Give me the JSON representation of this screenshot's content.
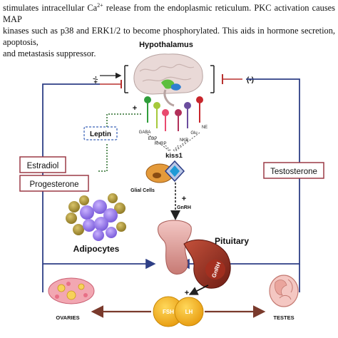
{
  "intro": {
    "line1_a": "stimulates intracellular Ca",
    "line1_sup": "2+",
    "line1_b": " release from the endoplasmic reticulum. PKC activation causes MAP",
    "line2": "kinases such as p38 and ERK1/2 to become phosphorylated. This aids in hormone secretion, apoptosis,",
    "line3": "and metastasis suppressor."
  },
  "diagram": {
    "hypothalamus": "Hypothalamus",
    "feedback_left": "+/-",
    "feedback_right": "(-)",
    "plus_leptin": "+",
    "leptin": "Leptin",
    "neurons": [
      "GABA",
      "EOP",
      "RHRP",
      "NKB",
      "Glu",
      "NE"
    ],
    "kiss1": "kiss1",
    "glial": "Glial Cells",
    "gnrh_plus": "+",
    "gnrh": "GnRH",
    "estradiol": "Estradiol",
    "progesterone": "Progesterone",
    "testosterone": "Testosterone",
    "adipocytes": "Adipocytes",
    "pituitary": "Pituitary",
    "gnrh_receptor": "GnRH",
    "fsh_plus": "+",
    "fsh": "FSH",
    "lh": "LH",
    "ovaries": "OVARIES",
    "testes": "TESTES"
  },
  "colors": {
    "loop_line": "#2e3f86",
    "box_border": "#9b3a46",
    "arrow_brown": "#7a3a2c",
    "fsh_fill": "#f2b21c",
    "leptin_border": "#5b7dc4"
  }
}
